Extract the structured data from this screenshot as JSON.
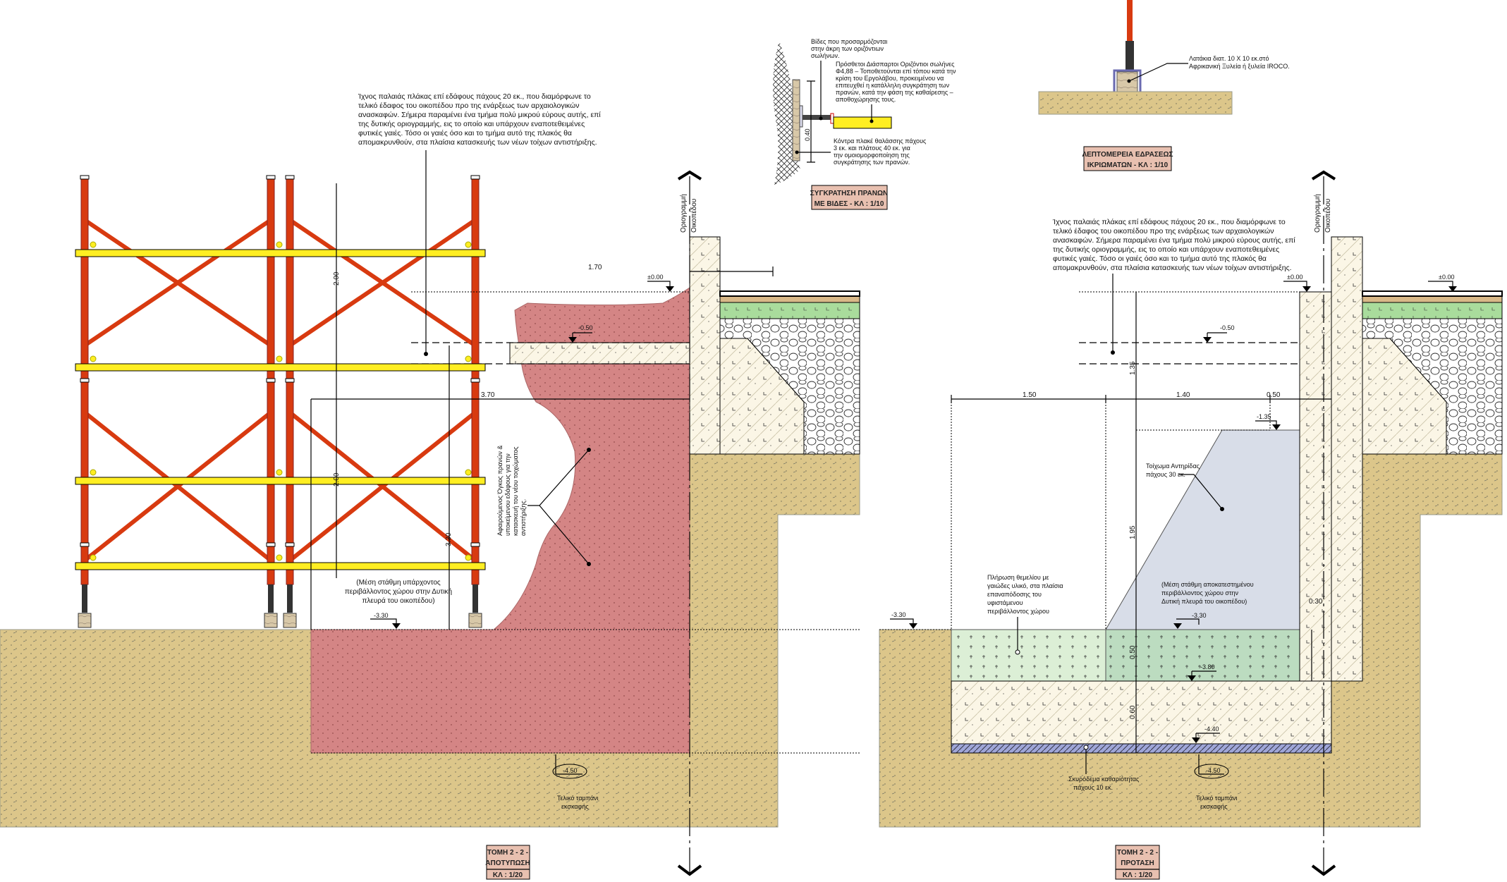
{
  "colors": {
    "sand": "#dcc68a",
    "pink": "#d48585",
    "concrete": "#fbf6e6",
    "green_light": "#dcefd6",
    "green_dark": "#bcdcc0",
    "blue": "#d8dde8",
    "scaffold": "#d83a10",
    "board": "#ffee22",
    "title_box": "#e8c0b0"
  },
  "notes": {
    "slab_note_lines": [
      "Ίχνος παλαιάς πλάκας επί εδάφους πάχους 20 εκ., που διαμόρφωνε το",
      "τελικό έδαφος του οικοπέδου προ της ενάρξεως των αρχαιολογικών",
      "ανασκαφών. Σήμερα παραμένει ένα τμήμα πολύ μικρού εύρους αυτής, επί",
      "της δυτικής οριογραμμής, εις το οποίο και υπάρχουν εναποτεθειμένες",
      "φυτικές γαιές. Τόσο οι γαιές όσο και το τμήμα αυτό της πλακός θα",
      "απομακρυνθούν, στα πλαίσια κατασκευής των νέων τοίχων αντιστήριξης."
    ],
    "removed_volume_lines": [
      "Αφαιρούμενος Όγκος πρανών &",
      "υποκείμενου εδάφους για την",
      "κατασκευή του νέου τοιχώματος",
      "αντιστήριξης."
    ],
    "existing_level_lines": [
      "(Μέση στάθμη υπάρχοντος",
      "περιβάλλοντος χώρου στην Δυτική",
      "πλευρά του οικοπέδου)"
    ],
    "restored_level_lines": [
      "(Μέση στάθμη αποκατεστημένου",
      "περιβάλλοντος χώρου στην",
      "Δυτική πλευρά του οικοπέδου)"
    ],
    "fill_lines": [
      "Πλήρωση θεμελίου με",
      "γαιώδες υλικό, στα πλαίσια",
      "επαναπόδοσης του",
      "υφιστάμενου",
      "περιβάλλοντος χώρου"
    ],
    "buttress_lines": [
      "Τοίχωμα Αντηρίδας",
      "πάχους 30 εκ."
    ],
    "blinding_lines": [
      "Σκυρόδεμα καθαριότητας",
      "πάχους 10 εκ."
    ],
    "final_excavation_lines": [
      "Τελικό ταμπάνι",
      "εκσκαφής"
    ],
    "boundary_lines": [
      "Οριογραμμή",
      "Οικοπέδου"
    ]
  },
  "detail_slope": {
    "bolts_lines": [
      "Βίδες που προσαρμόζονται",
      "στην άκρη των οριζόντιων",
      "σωλήνων."
    ],
    "pipes_lines": [
      "Πρόσθετοι Διάσπαρτοι Οριζόντιοι σωλήνες",
      "Φ4,88 – Τοποθετούνται επί τόπου κατά την",
      "κρίση του Εργολάβου, προκειμένου να",
      "επιτευχθεί η κατάλληλη συγκράτηση των",
      "πρανών, κατά την φάση της καθαίρεσης –",
      "αποθοχώρησης τους."
    ],
    "plank_lines": [
      "Κόντρα πλακέ θαλάσσης πάχους",
      "3 εκ. και πλάτους 40 εκ. για",
      "την ομοιομορφοποίηση της",
      "συγκράτησης των πρανών."
    ],
    "dim": "0.40",
    "title_lines": [
      "ΣΥΓΚΡΑΤΗΣΗ ΠΡΑΝΩΝ",
      "ΜΕ ΒΙΔΕΣ - ΚΛ : 1/10"
    ]
  },
  "detail_base": {
    "timber_lines": [
      "Λατάκια διατ. 10 Χ 10 εκ.στό",
      "Αφρικανική Ξυλεία ή ξυλεία IROCO."
    ],
    "title_lines": [
      "ΛΕΠΤΟΜΕΡΕΙΑ ΕΔΡΑΣΕΩΣ",
      "ΙΚΡΙΩΜΑΤΩΝ - ΚΛ : 1/10"
    ]
  },
  "left_section": {
    "dims": {
      "h1": "2.00",
      "h2": "2.00",
      "h3": "3.30",
      "w1": "3.70",
      "w2": "1.70"
    },
    "levels": {
      "top": "±0.00",
      "slab": "-0.50",
      "ground": "-3.30",
      "bottom": "-4.50"
    },
    "title": [
      "ΤΟΜΗ 2 - 2 -",
      "ΑΠΟΤΥΠΩΣΗ",
      "ΚΛ : 1/20"
    ]
  },
  "right_section": {
    "dims": {
      "w1": "1.50",
      "w2": "1.40",
      "w3": "0.50",
      "v1": "1.35",
      "v2": "1.95",
      "v3": "0.50",
      "v4": "0.60",
      "v5": "0.30"
    },
    "levels": {
      "top_left": "±0.00",
      "top_right": "±0.00",
      "slab": "-0.50",
      "buttress": "-1.35",
      "ground_out": "-3.30",
      "ground_in": "-3.30",
      "fill_bottom": "-3.80",
      "footing": "-4.40",
      "bottom": "-4.50"
    },
    "title": [
      "ΤΟΜΗ 2 - 2 -",
      "ΠΡΟΤΑΣΗ",
      "ΚΛ : 1/20"
    ]
  }
}
